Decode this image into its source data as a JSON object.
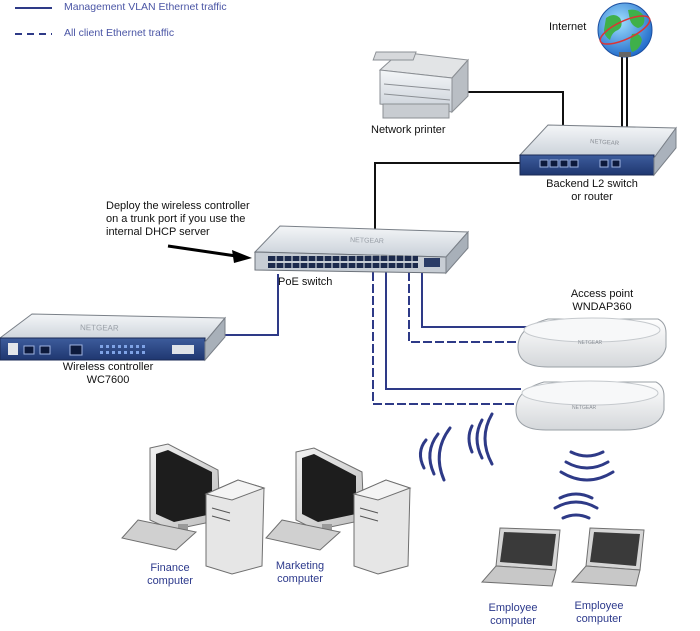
{
  "legend": {
    "management": "Management VLAN Ethernet traffic",
    "client": "All client Ethernet traffic"
  },
  "labels": {
    "internet": "Internet",
    "network_printer": "Network printer",
    "backend_line1": "Backend L2 switch",
    "backend_line2": "or router",
    "note_line1": "Deploy the wireless controller",
    "note_line2": "on a trunk port if you use the",
    "note_line3": "internal DHCP server",
    "poe_switch": "PoE switch",
    "wc_line1": "Wireless controller",
    "wc_line2": "WC7600",
    "ap_line1": "Access point",
    "ap_line2": "WNDAP360",
    "finance_line1": "Finance",
    "finance_line2": "computer",
    "marketing_line1": "Marketing",
    "marketing_line2": "computer",
    "employee1_line1": "Employee",
    "employee1_line2": "computer",
    "employee2_line1": "Employee",
    "employee2_line2": "computer"
  },
  "colors": {
    "link": "#2e3a87",
    "black_link": "#111111",
    "label_blue": "#2d3a8c"
  }
}
